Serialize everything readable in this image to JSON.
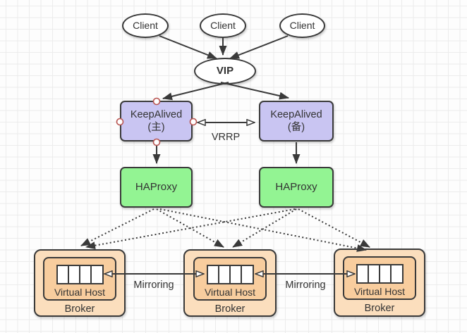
{
  "colors": {
    "stroke": "#3A3A3A",
    "text": "#333333",
    "keepalived-fill": "#C9C5F2",
    "haproxy-fill": "#93F493",
    "broker-fill": "#FBDEBD",
    "virtual-host-fill": "#F8CD9E",
    "handle-stroke": "#B85450",
    "grid-line": "#ECECEC",
    "canvas-bg": "#FDFDFD"
  },
  "nodes": {
    "clients": [
      {
        "label": "Client"
      },
      {
        "label": "Client"
      },
      {
        "label": "Client"
      }
    ],
    "vip": {
      "label": "VIP"
    },
    "keepalived": [
      {
        "label": "KeepAlived",
        "sublabel": "(主)"
      },
      {
        "label": "KeepAlived",
        "sublabel": "(备)"
      }
    ],
    "haproxy": [
      {
        "label": "HAProxy"
      },
      {
        "label": "HAProxy"
      }
    ],
    "brokers": [
      {
        "virtual_host": "Virtual Host",
        "label": "Broker"
      },
      {
        "virtual_host": "Virtual Host",
        "label": "Broker"
      },
      {
        "virtual_host": "Virtual Host",
        "label": "Broker"
      }
    ]
  },
  "edges": {
    "vrrp_label": "VRRP",
    "mirroring_labels": [
      "Mirroring",
      "Mirroring"
    ]
  },
  "icons": {
    "queue": "queue-icon"
  }
}
